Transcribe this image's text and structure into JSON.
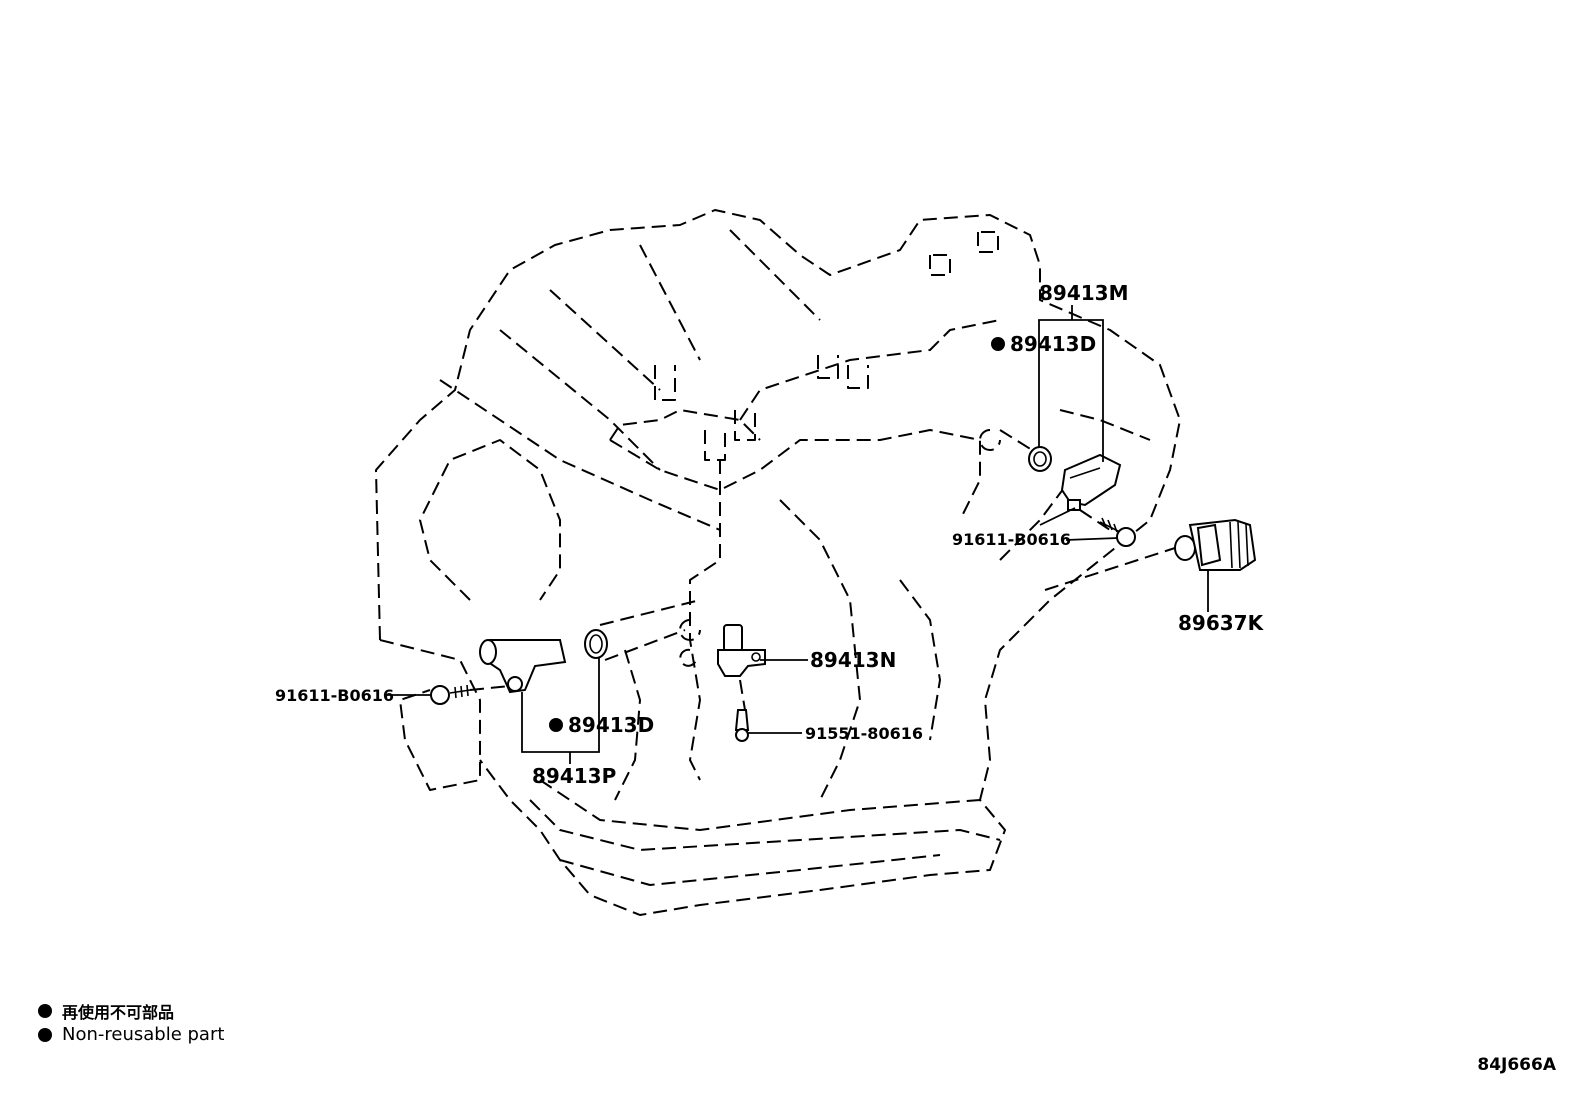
{
  "parts": {
    "p_89413M": "89413M",
    "p_89413D_top": "89413D",
    "p_91611_right": "91611-B0616",
    "p_89637K": "89637K",
    "p_89413N": "89413N",
    "p_91611_left": "91611-B0616",
    "p_89413D_bottom": "89413D",
    "p_91551": "91551-80616",
    "p_89413P": "89413P"
  },
  "legend": {
    "japanese": "再使用不可部品",
    "english": "Non-reusable part"
  },
  "diagram_code": "84J666A",
  "colors": {
    "ink": "#000000",
    "paper": "#ffffff"
  }
}
